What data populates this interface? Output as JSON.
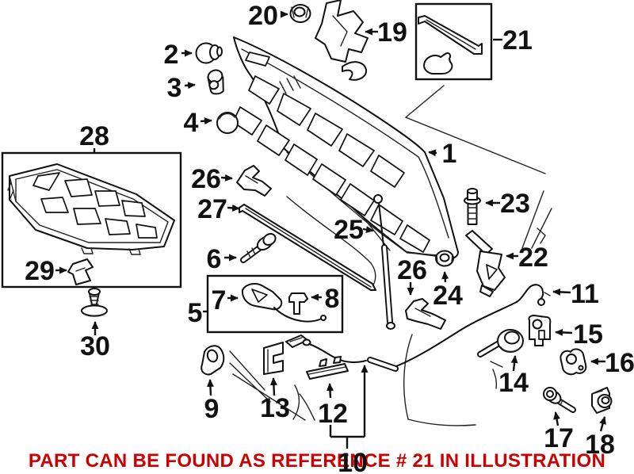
{
  "notice": {
    "text": "PART CAN BE FOUND AS REFERENCE # 21 IN ILLUSTRATION",
    "color": "#cc0000"
  },
  "colors": {
    "line": "#111111",
    "background": "#ffffff"
  },
  "callouts": {
    "c1": "1",
    "c2": "2",
    "c3": "3",
    "c4": "4",
    "c5": "5",
    "c6": "6",
    "c7": "7",
    "c8": "8",
    "c9": "9",
    "c10": "10",
    "c11": "11",
    "c12": "12",
    "c13": "13",
    "c14": "14",
    "c15": "15",
    "c16": "16",
    "c17": "17",
    "c18": "18",
    "c19": "19",
    "c20": "20",
    "c21": "21",
    "c22": "22",
    "c23": "23",
    "c24": "24",
    "c25": "25",
    "c26a": "26",
    "c26b": "26",
    "c27": "27",
    "c28": "28",
    "c29": "29",
    "c30": "30"
  }
}
